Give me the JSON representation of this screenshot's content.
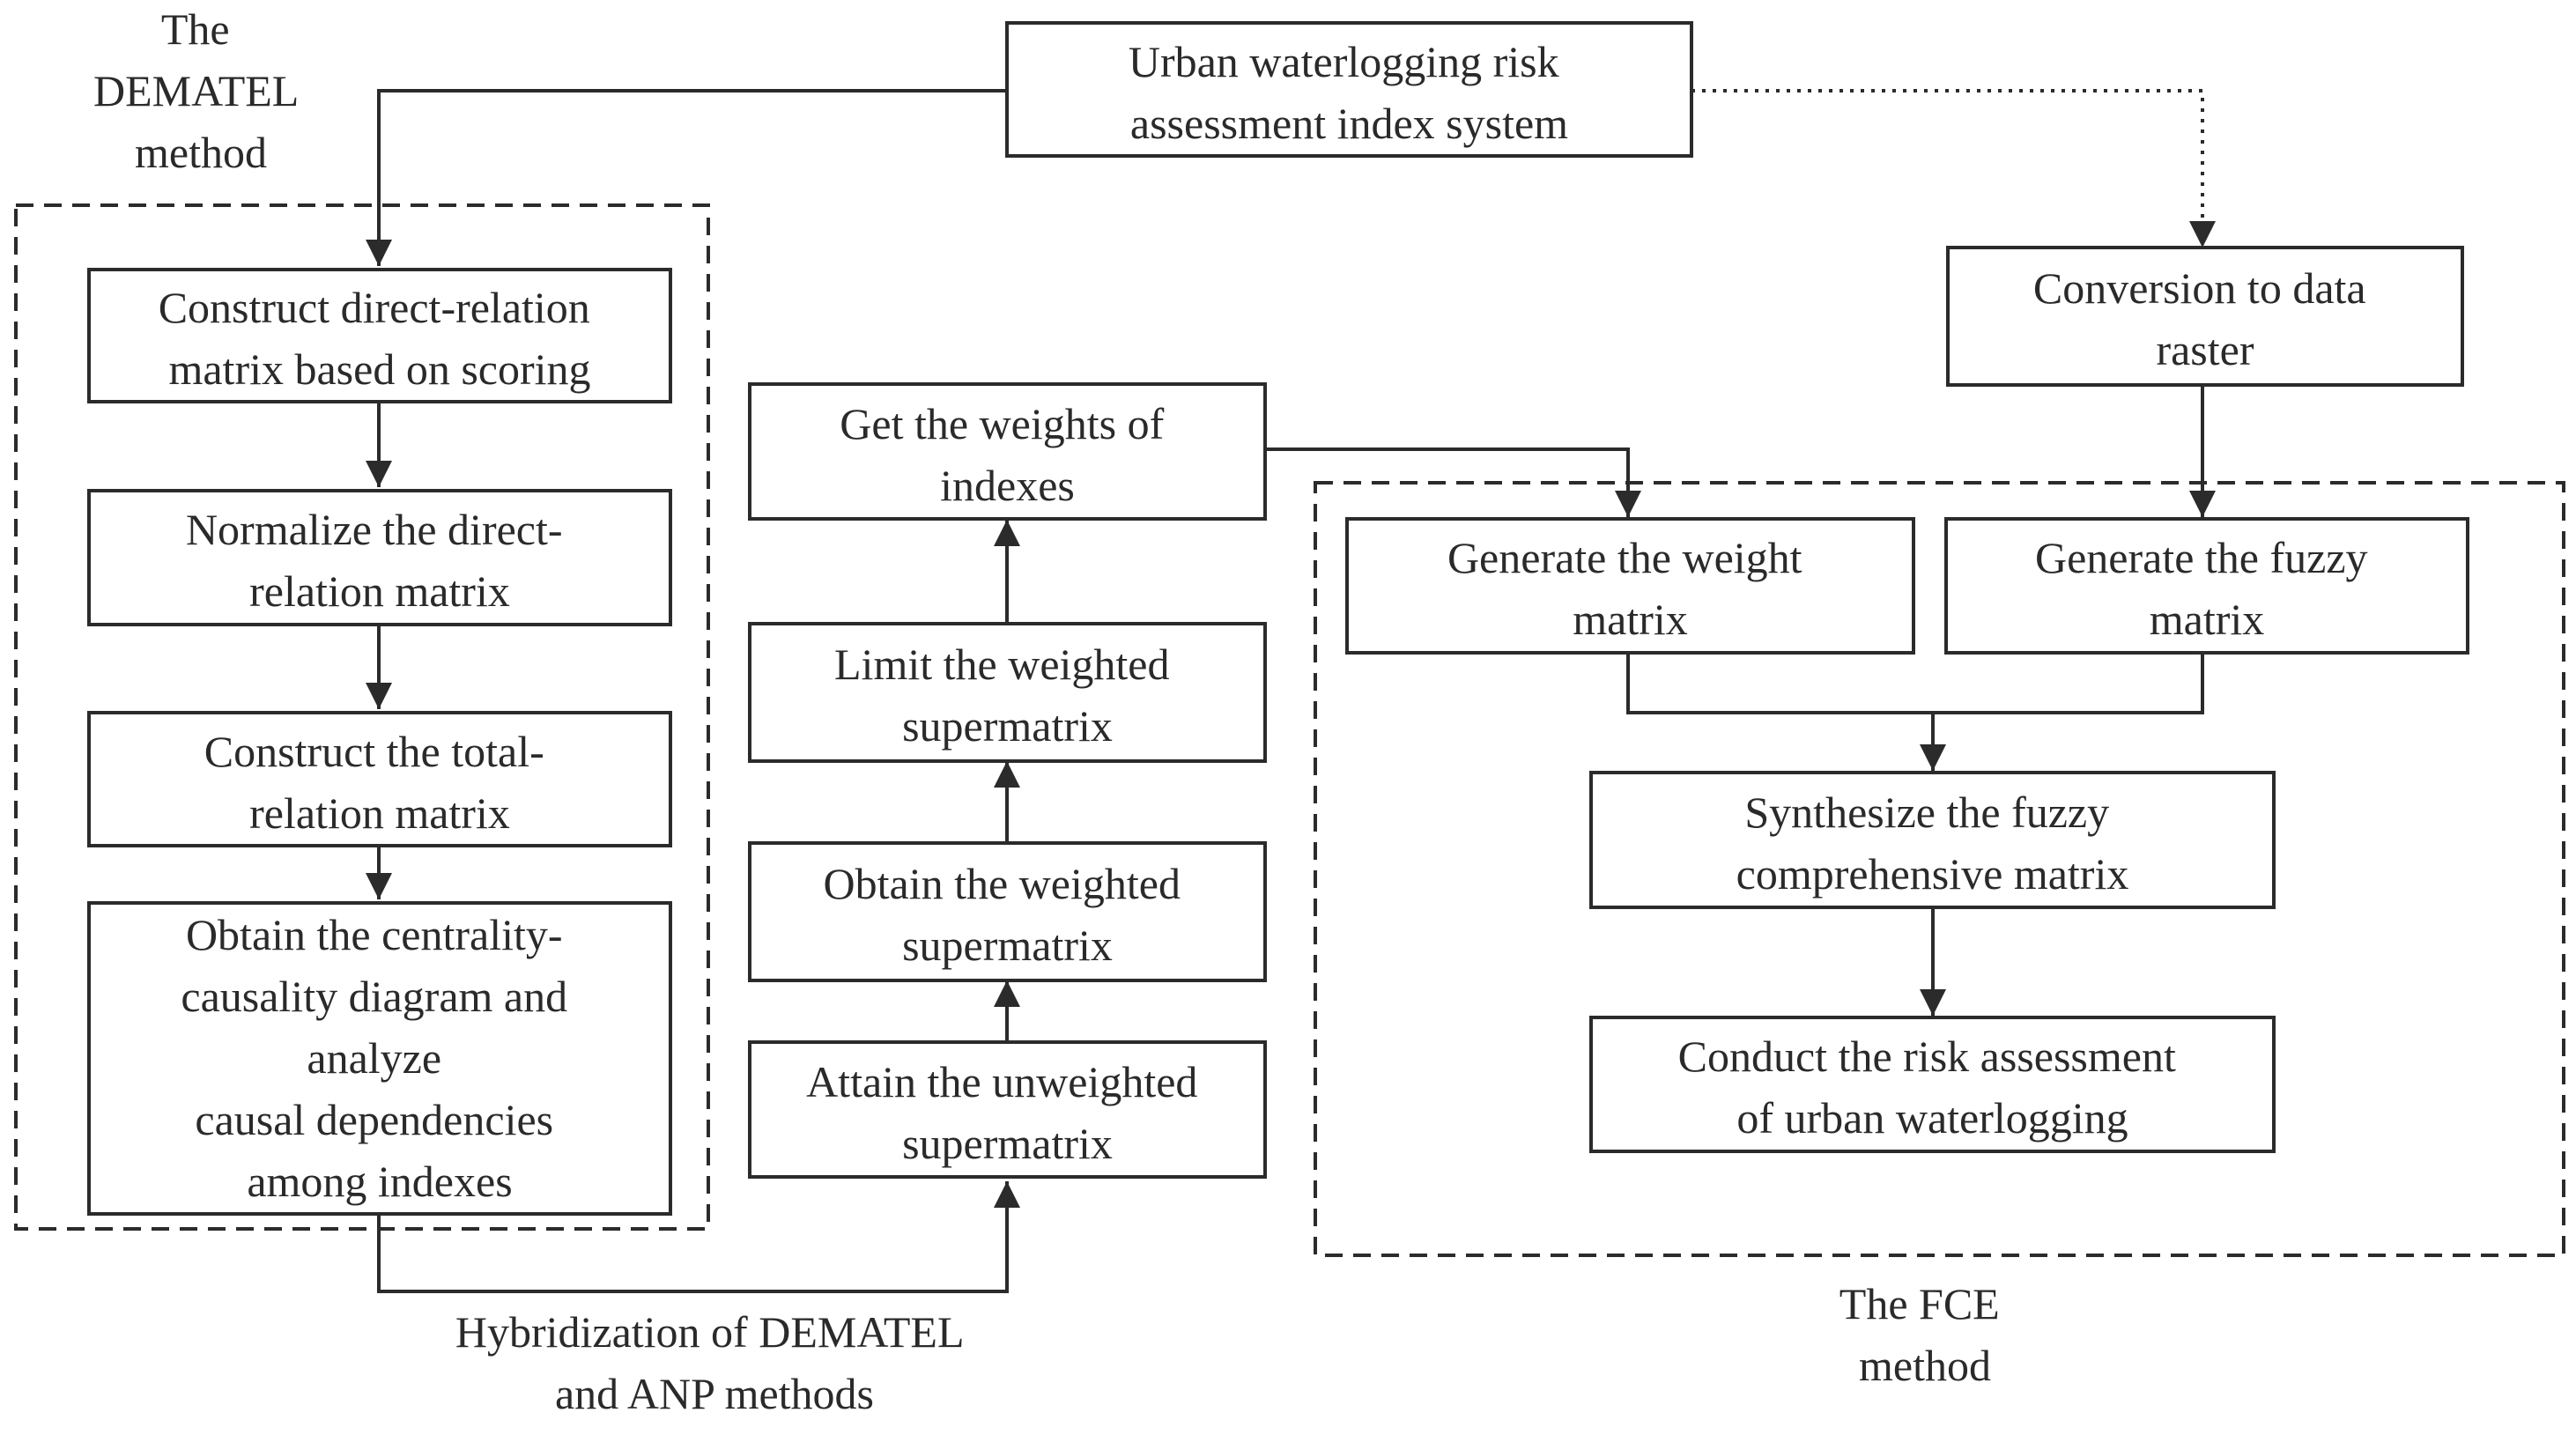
{
  "labels": {
    "dematel_method": [
      "The",
      "DEMATEL",
      "method"
    ],
    "hybridization": [
      "Hybridization of DEMATEL",
      "and ANP methods"
    ],
    "fce_method": [
      "The FCE",
      "method"
    ]
  },
  "boxes": {
    "index_system": [
      "Urban waterlogging risk",
      "assessment index system"
    ],
    "construct_direct_relation": [
      "Construct direct-relation",
      "matrix based on scoring"
    ],
    "normalize_direct_relation": [
      "Normalize the direct-",
      "relation matrix"
    ],
    "construct_total_relation": [
      "Construct the total-",
      "relation matrix"
    ],
    "centrality_causality": [
      "Obtain the centrality-",
      "causality diagram and",
      "analyze",
      "causal dependencies",
      "among indexes"
    ],
    "get_weights": [
      "Get the weights of",
      "indexes"
    ],
    "limit_weighted": [
      "Limit the weighted",
      "supermatrix"
    ],
    "obtain_weighted": [
      "Obtain the weighted",
      "supermatrix"
    ],
    "attain_unweighted": [
      "Attain the unweighted",
      "supermatrix"
    ],
    "conversion_raster": [
      "Conversion to data",
      "raster"
    ],
    "generate_weight_matrix": [
      "Generate the weight",
      "matrix"
    ],
    "generate_fuzzy_matrix": [
      "Generate the fuzzy",
      "matrix"
    ],
    "synthesize_fuzzy": [
      "Synthesize the fuzzy",
      "comprehensive matrix"
    ],
    "risk_assessment": [
      "Conduct the risk assessment",
      "of  urban waterlogging"
    ]
  }
}
